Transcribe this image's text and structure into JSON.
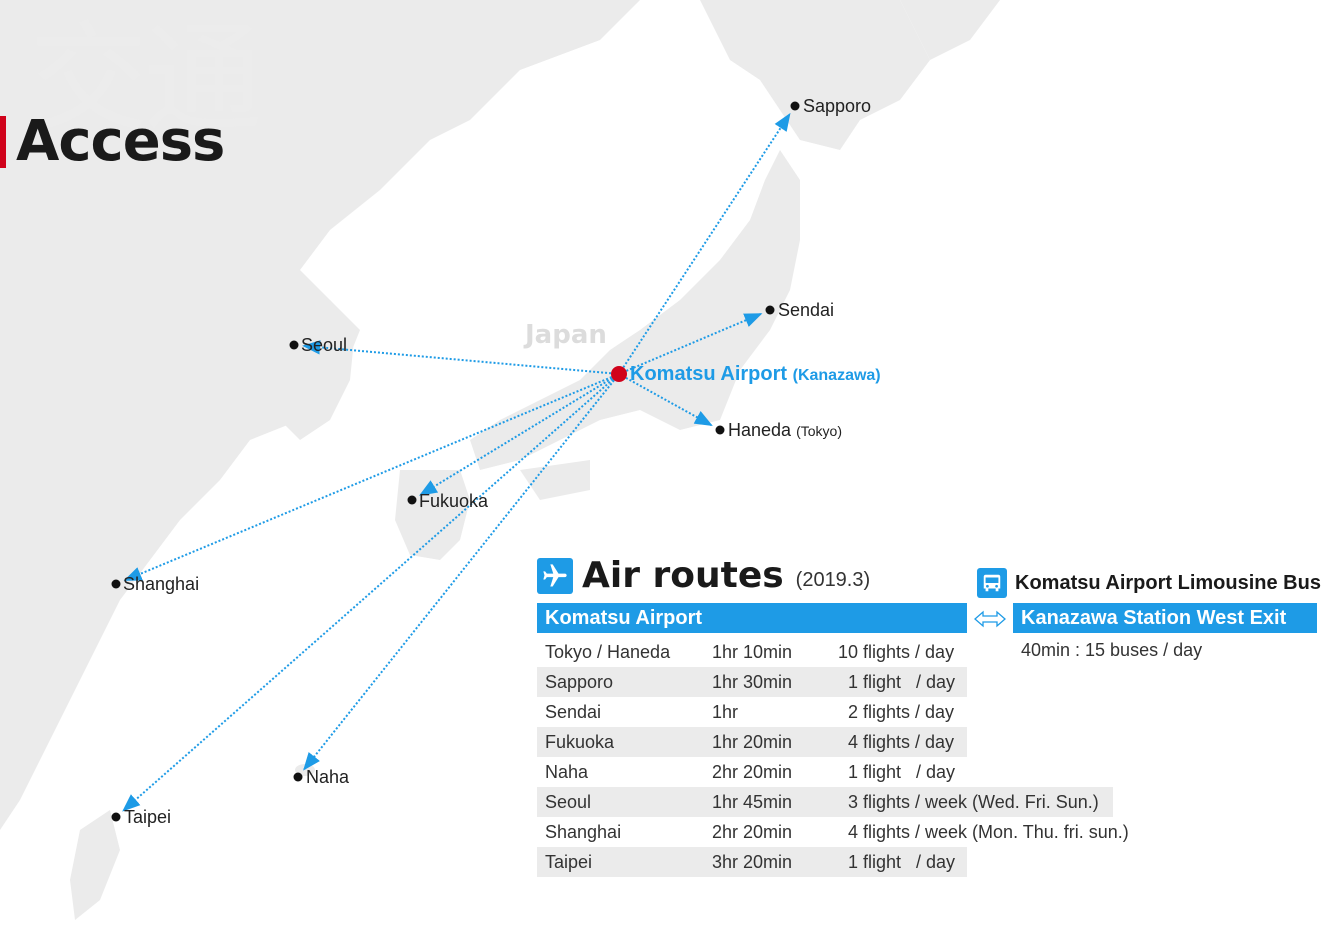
{
  "header": {
    "title": "Access",
    "kanji": "交通"
  },
  "map": {
    "country_label": "Japan",
    "hub": {
      "name": "Komatsu Airport",
      "sub": "(Kanazawa)",
      "color": "#d0021b"
    },
    "route_color": "#1e9be6",
    "cities": [
      {
        "id": "sapporo",
        "name": "Sapporo",
        "sub": ""
      },
      {
        "id": "sendai",
        "name": "Sendai",
        "sub": ""
      },
      {
        "id": "haneda",
        "name": "Haneda",
        "sub": "(Tokyo)"
      },
      {
        "id": "seoul",
        "name": "Seoul",
        "sub": ""
      },
      {
        "id": "fukuoka",
        "name": "Fukuoka",
        "sub": ""
      },
      {
        "id": "shanghai",
        "name": "Shanghai",
        "sub": ""
      },
      {
        "id": "naha",
        "name": "Naha",
        "sub": ""
      },
      {
        "id": "taipei",
        "name": "Taipei",
        "sub": ""
      }
    ]
  },
  "air_routes": {
    "title": "Air routes",
    "date": "(2019.3)",
    "origin": "Komatsu Airport",
    "rows": [
      {
        "dest": "Tokyo / Haneda",
        "time": "1hr 10min",
        "freq": "10 flights / day"
      },
      {
        "dest": "Sapporo",
        "time": "1hr 30min",
        "freq": "  1 flight   / day"
      },
      {
        "dest": "Sendai",
        "time": "1hr",
        "freq": "  2 flights / day"
      },
      {
        "dest": "Fukuoka",
        "time": "1hr 20min",
        "freq": "  4 flights / day"
      },
      {
        "dest": "Naha",
        "time": "2hr 20min",
        "freq": "  1 flight   / day"
      },
      {
        "dest": "Seoul",
        "time": "1hr 45min",
        "freq": "  3 flights / week (Wed. Fri. Sun.)"
      },
      {
        "dest": "Shanghai",
        "time": "2hr 20min",
        "freq": "  4 flights / week (Mon. Thu. fri. sun.)"
      },
      {
        "dest": "Taipei",
        "time": "3hr 20min",
        "freq": "  1 flight   / day"
      }
    ]
  },
  "bus": {
    "title": "Komatsu Airport Limousine Bus",
    "destination": "Kanazawa Station West Exit",
    "schedule": "40min : 15 buses / day"
  }
}
